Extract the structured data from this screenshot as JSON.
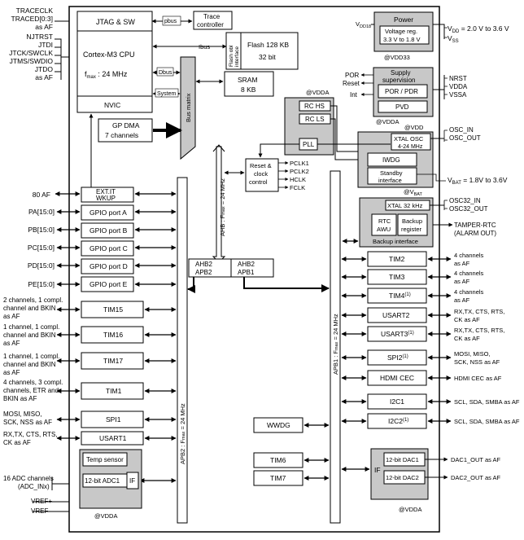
{
  "left_pins": {
    "traceclk": "TRACECLK",
    "traced": "TRACED[0:3]",
    "traced_af": "as AF",
    "njtrst": "NJTRST",
    "jtdi": "JTDI",
    "jtck": "JTCK/SWCLK",
    "jtms": "JTMS/SWDIO",
    "jtdo": "JTDO",
    "jtdo_af": "as AF",
    "af80": "80 AF",
    "pa": "PA[15:0]",
    "pb": "PB[15:0]",
    "pc": "PC[15:0]",
    "pd": "PD[15:0]",
    "pe": "PE[15:0]",
    "tim15_1": "2 channels, 1 compl.",
    "tim15_2": "channel and BKIN",
    "tim15_3": "as AF",
    "tim16_1": "1 channel, 1 compl.",
    "tim16_2": "channel and BKIN",
    "tim16_3": "as AF",
    "tim17_1": "1 channel, 1 compl.",
    "tim17_2": "channel and BKIN",
    "tim17_3": "as AF",
    "tim1_1": "4 channels, 3 compl.",
    "tim1_2": "channels, ETR and",
    "tim1_3": "BKIN as AF",
    "spi1_1": "MOSI, MISO,",
    "spi1_2": "SCK, NSS as AF",
    "usart1_1": "RX,TX, CTS, RTS,",
    "usart1_2": "CK as AF",
    "adc_1": "16 ADC channels",
    "adc_2": "(ADC_INx)",
    "vrefp": "VREF+",
    "vrefm": "VREF-"
  },
  "blocks": {
    "jtag": "JTAG & SW",
    "trace_1": "Trace",
    "trace_2": "controller",
    "pbus": "pbus",
    "ibus": "Ibus",
    "dbus": "Dbus",
    "system": "System",
    "cpu": "Cortex-M3 CPU",
    "fmax": "f",
    "fmax_sub": "max",
    "fmax_val": " : 24 MHz",
    "nvic": "NVIC",
    "flash_if_1": "Flash obl",
    "flash_if_2": "interface",
    "flash_1": "Flash 128 KB",
    "flash_2": "32 bit",
    "sram_1": "SRAM",
    "sram_2": "8 KB",
    "bus_matrix": "Bus matrix",
    "gpdma_1": "GP DMA",
    "gpdma_2": "7 channels",
    "extit_1": "EXT.IT",
    "extit_2": "WKUP",
    "gpio_a": "GPIO port A",
    "gpio_b": "GPIO port B",
    "gpio_c": "GPIO port C",
    "gpio_d": "GPIO port D",
    "gpio_e": "GPIO port E",
    "tim15": "TIM15",
    "tim16": "TIM16",
    "tim17": "TIM17",
    "tim1": "TIM1",
    "spi1": "SPI1",
    "usart1": "USART1",
    "temp": "Temp sensor",
    "adc1": "12-bit ADC1",
    "adc_if": "IF",
    "vdda_adc": "@VDDA",
    "apb2_bus": "APB2 : F",
    "apb2_bus_sub": "max",
    "apb2_bus_val": " = 24 MHz",
    "ahb_bus": "AHB : F",
    "ahb_bus_sub": "max",
    "ahb_bus_val": " = 24 MHz",
    "ahb2apb2_1": "AHB2",
    "ahb2apb2_2": "APB2",
    "ahb2apb1_1": "AHB2",
    "ahb2apb1_2": "APB1",
    "reset_1": "Reset &",
    "reset_2": "clock",
    "reset_3": "control",
    "pclk1": "PCLK1",
    "pclk2": "PCLK2",
    "hclk": "HCLK",
    "fclk": "FCLK",
    "rchs": "RC HS",
    "rcls": "RC LS",
    "pll": "PLL",
    "vdda_osc": "@VDDA",
    "vdda_osc2": "@VDDA",
    "power": "Power",
    "vreg_1": "Voltage reg.",
    "vreg_2": "3.3 V to 1.8 V",
    "vdd18": "V",
    "vdd18_sub": "DD18",
    "vdd33": "@VDD33",
    "supply_1": "Supply",
    "supply_2": "supervision",
    "por_pdr": "POR / PDR",
    "pvd": "PVD",
    "por": "POR",
    "reset_lbl": "Reset",
    "int": "Int",
    "vdd_lbl": "@VDD",
    "xtal_osc_1": "XTAL OSC",
    "xtal_osc_2": "4-24 MHz",
    "iwdg": "IWDG",
    "standby_1": "Standby",
    "standby_2": "interface",
    "vbat_lbl": "@V",
    "vbat_lbl_sub": "BAT",
    "xtal32": "XTAL 32 kHz",
    "rtc_1": "RTC",
    "rtc_2": "AWU",
    "backup_reg_1": "Backup",
    "backup_reg_2": "register",
    "backup_if": "Backup interface",
    "apb1_bus": "APB1 : F",
    "apb1_bus_sub": "max",
    "apb1_bus_val": " = 24 MHz",
    "tim2": "TIM2",
    "tim3": "TIM3",
    "tim4": "TIM4",
    "tim4_sup": "(1)",
    "usart2": "USART2",
    "usart3": "USART3",
    "usart3_sup": "(1)",
    "spi2": "SPI2",
    "spi2_sup": "(1)",
    "hdmi": "HDMI CEC",
    "i2c1": "I2C1",
    "i2c2": "I2C2",
    "i2c2_sup": "(1)",
    "wwdg": "WWDG",
    "tim6": "TIM6",
    "tim7": "TIM7",
    "dac_if": "IF",
    "dac1": "12-bit DAC1",
    "dac2": "12-bit DAC2",
    "vdda_dac": "@VDDA"
  },
  "right_pins": {
    "vdd_1": "V",
    "vdd_1_sub": "DD",
    "vdd_1_val": " = 2.0 V to 3.6 V",
    "vss": "V",
    "vss_sub": "SS",
    "nrst": "NRST",
    "vdda": "VDDA",
    "vssa": "VSSA",
    "osc_in": "OSC_IN",
    "osc_out": "OSC_OUT",
    "vbat": "V",
    "vbat_sub": "BAT",
    "vbat_val": " = 1.8V to 3.6V",
    "osc32_in": "OSC32_IN",
    "osc32_out": "OSC32_OUT",
    "tamper_1": "TAMPER-RTC",
    "tamper_2": "(ALARM OUT)",
    "tim2_1": "4 channels",
    "tim2_2": "as AF",
    "tim3_1": "4 channels",
    "tim3_2": "as AF",
    "tim4_1": "4 channels",
    "tim4_2": "as AF",
    "usart2_1": "RX,TX, CTS, RTS,",
    "usart2_2": "CK as AF",
    "usart3_1": "RX,TX, CTS, RTS,",
    "usart3_2": "CK as AF",
    "spi2_1": "MOSI, MISO,",
    "spi2_2": "SCK, NSS as AF",
    "hdmi": "HDMI CEC as AF",
    "i2c1": "SCL, SDA, SMBA as AF",
    "i2c2": "SCL, SDA, SMBA as AF",
    "dac1_out": "DAC1_OUT as AF",
    "dac2_out": "DAC2_OUT as AF"
  },
  "colors": {
    "gray_fill": "#c8c8c8",
    "line": "#000000",
    "box_fill": "#ffffff"
  }
}
